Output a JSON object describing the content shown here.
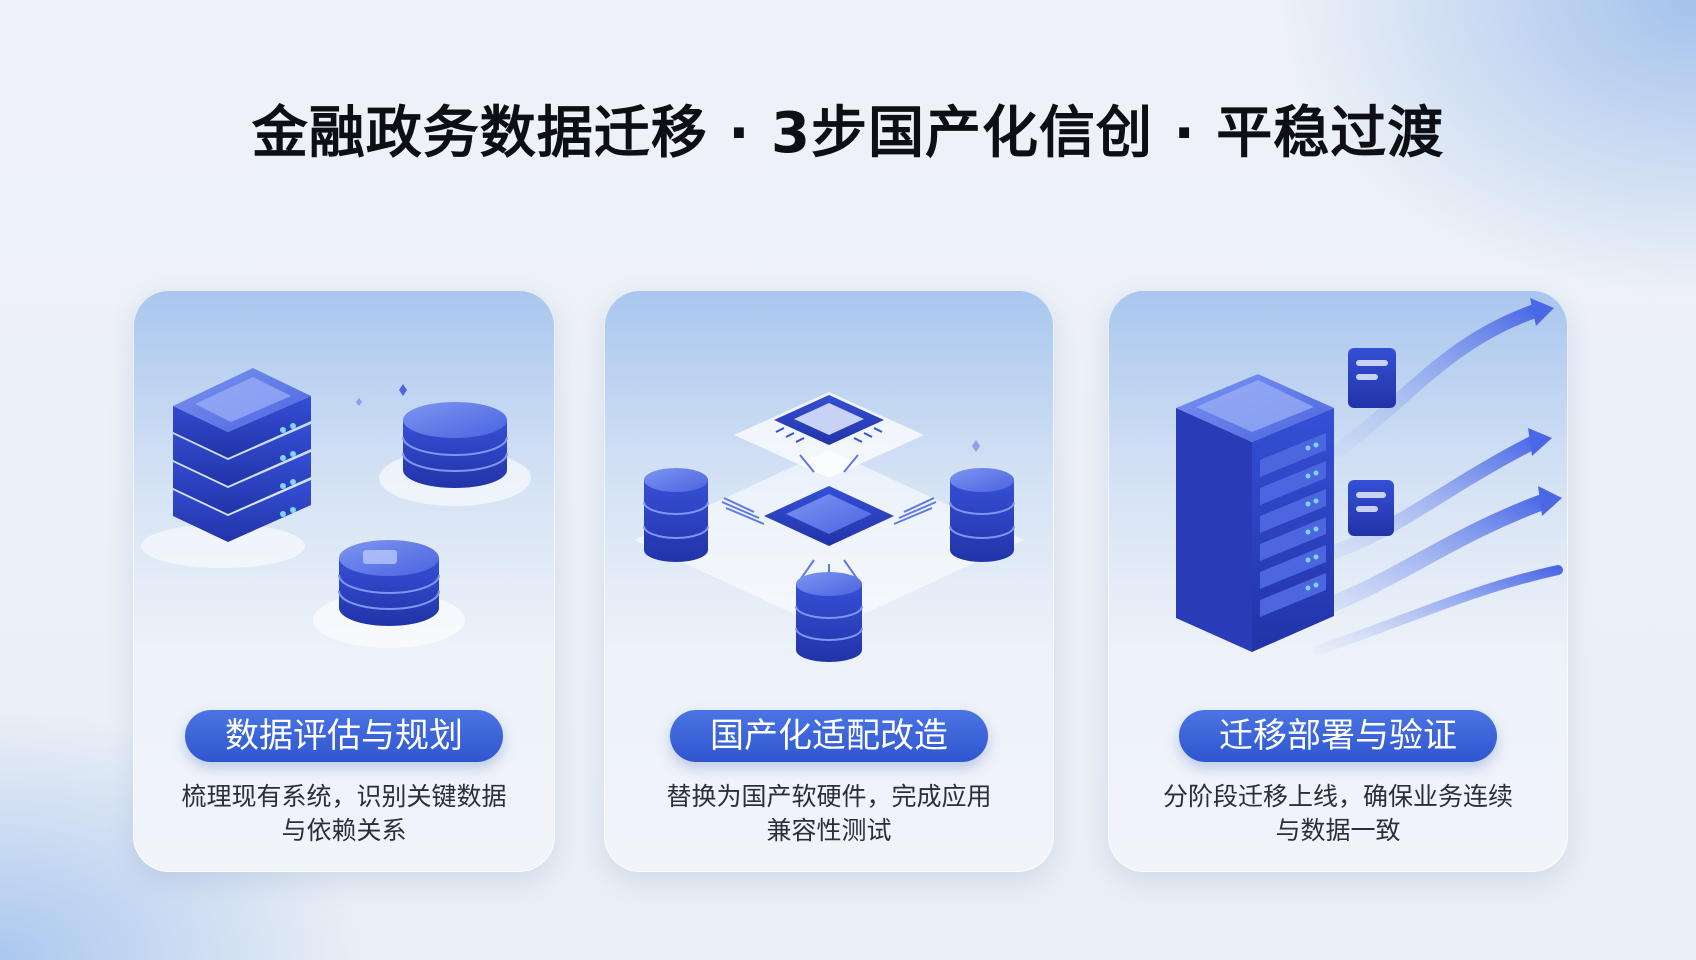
{
  "title": "金融政务数据迁移 · 3步国产化信创 · 平稳过渡",
  "steps": [
    {
      "label": "数据评估与规划",
      "desc_lines": [
        "梳理现有系统，识别关键数据",
        "与依赖关系"
      ],
      "illustration": "server-rack-and-database-icons"
    },
    {
      "label": "国产化适配改造",
      "desc_lines": [
        "替换为国产软硬件，完成应用",
        "兼容性测试"
      ],
      "illustration": "chip-and-database-icons"
    },
    {
      "label": "迁移部署与验证",
      "desc_lines": [
        "分阶段迁移上线，确保业务连续",
        "与数据一致"
      ],
      "illustration": "server-tower-and-migration-arrows-icons"
    }
  ],
  "colors": {
    "accent": "#3459d4",
    "accent_dark": "#2436a8",
    "title_text": "#0d0f14",
    "body_text": "#2a2f38",
    "background": "#edf1f7"
  }
}
